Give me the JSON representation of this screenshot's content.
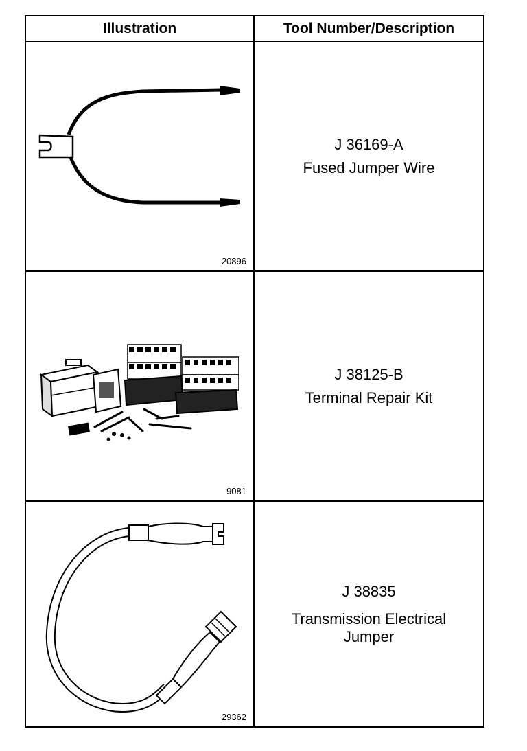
{
  "table": {
    "headers": {
      "illustration": "Illustration",
      "description": "Tool Number/Description"
    },
    "rows": [
      {
        "figure_number": "20896",
        "tool_number": "J 36169-A",
        "description_lines": [
          "Fused Jumper Wire"
        ],
        "icon": "fused-jumper-wire-illustration"
      },
      {
        "figure_number": "9081",
        "tool_number": "J 38125-B",
        "description_lines": [
          "Terminal Repair Kit"
        ],
        "icon": "terminal-repair-kit-illustration"
      },
      {
        "figure_number": "29362",
        "tool_number": "J 38835",
        "description_lines": [
          "Transmission Electrical",
          "Jumper"
        ],
        "icon": "transmission-electrical-jumper-illustration"
      }
    ]
  }
}
